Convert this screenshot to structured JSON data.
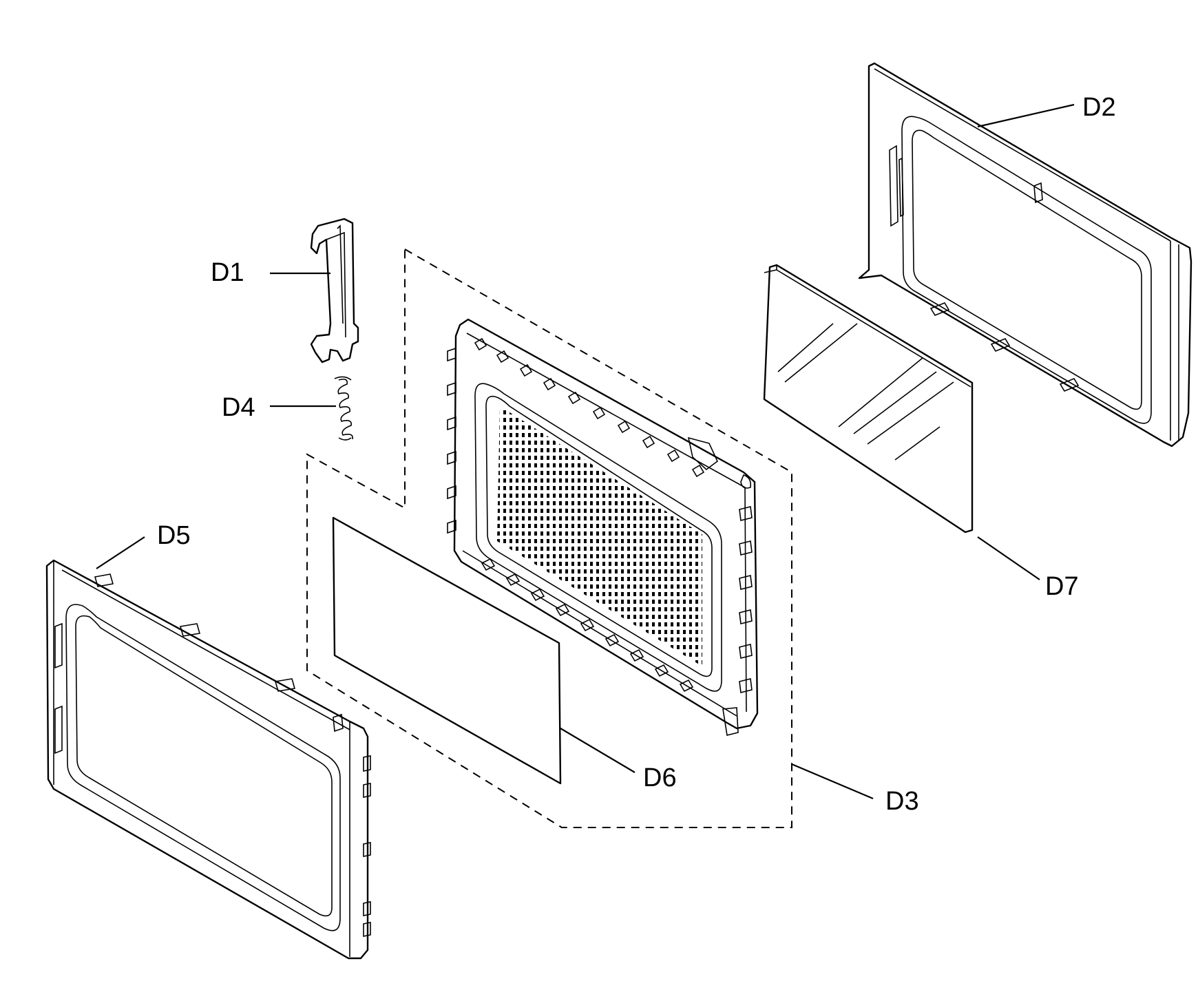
{
  "labels": {
    "d1": "D1",
    "d2": "D2",
    "d3": "D3",
    "d4": "D4",
    "d5": "D5",
    "d6": "D6",
    "d7": "D7"
  }
}
